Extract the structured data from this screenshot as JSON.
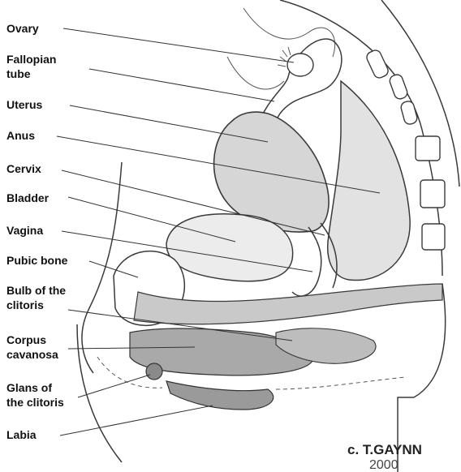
{
  "labels": {
    "ovary": [
      "Ovary"
    ],
    "fallopian_tube": [
      "Fallopian",
      "tube"
    ],
    "uterus": [
      "Uterus"
    ],
    "anus": [
      "Anus"
    ],
    "cervix": [
      "Cervix"
    ],
    "bladder": [
      "Bladder"
    ],
    "vagina": [
      "Vagina"
    ],
    "pubic_bone": [
      "Pubic bone"
    ],
    "bulb_of_the_clitoris": [
      "Bulb of the",
      "clitoris"
    ],
    "corpus_cavanosa": [
      "Corpus",
      "cavanosa"
    ],
    "glans_of_the_clitoris": [
      "Glans of",
      "the clitoris"
    ],
    "labia": [
      "Labia"
    ]
  },
  "credit": {
    "name": "c. T.GAYNN",
    "year": "2000"
  },
  "colors": {
    "ink": "#3a3a3a",
    "shade": "#bdbdbd",
    "dark_shade": "#8a8a8a",
    "paper": "#ffffff"
  }
}
